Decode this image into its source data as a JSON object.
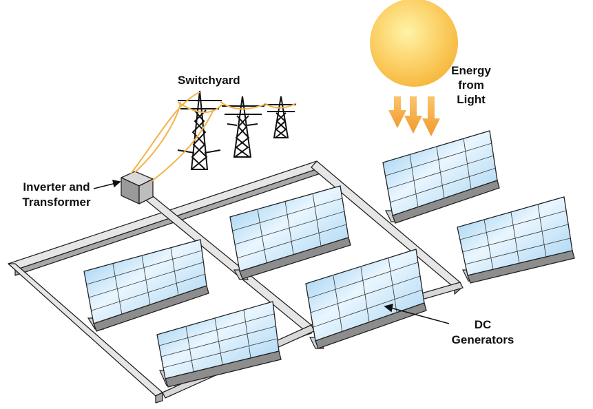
{
  "labels": {
    "switchyard": "Switchyard",
    "energy_line1": "Energy",
    "energy_line2": "from",
    "energy_line3": "Light",
    "inverter_line1": "Inverter and",
    "inverter_line2": "Transformer",
    "dc_line1": "DC",
    "dc_line2": "Generators"
  },
  "colors": {
    "sun_center": "#fff3a8",
    "sun_edge": "#f6b73c",
    "arrow": "#f7a53a",
    "panel_light": "#e9f6ff",
    "panel_dark": "#8cc7ee",
    "frame_top": "#e8e8e8",
    "frame_side": "#a8a8a8",
    "wire": "#f3b24a",
    "outline": "#222222"
  }
}
